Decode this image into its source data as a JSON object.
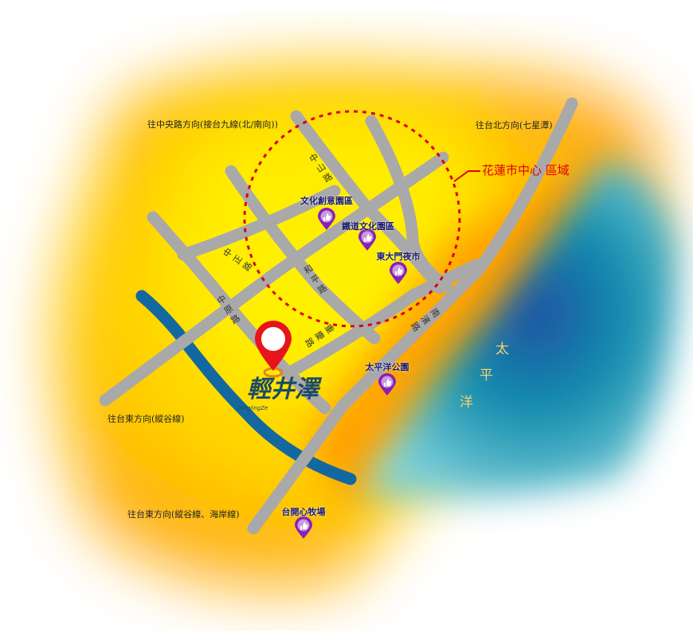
{
  "directions": {
    "north_central": "往中央路方向(接台九線(北/南向))",
    "taipei": "往台北方向(七星潭)",
    "taitung_valley": "往台東方向(縱谷線)",
    "taitung_both": "往台東方向(縱谷線、海岸線)"
  },
  "area_label": "花蓮市中心 區域",
  "roads": {
    "zhongshan": "中山路",
    "zhongzheng": "中正路",
    "heping": "和平路",
    "zhongyuan": "中原路",
    "chongqing": "重慶路",
    "nanbin": "南濱路"
  },
  "pois": [
    {
      "label": "文化創意園區",
      "icon": "thumbs-up-pin"
    },
    {
      "label": "鐵道文化園區",
      "icon": "thumbs-up-pin"
    },
    {
      "label": "東大門夜市",
      "icon": "thumbs-up-pin"
    },
    {
      "label": "太平洋公園",
      "icon": "thumbs-up-pin"
    },
    {
      "label": "台開心牧場",
      "icon": "thumbs-up-pin"
    }
  ],
  "ocean": [
    "太",
    "平",
    "洋"
  ],
  "logo": {
    "name": "輕井澤",
    "romanized": "QingJingZe"
  },
  "colors": {
    "pin": "#e8141b",
    "poi": "#8a1fb8",
    "area": "#e00000",
    "road": "#a9a9a9",
    "river": "#1368a0"
  }
}
